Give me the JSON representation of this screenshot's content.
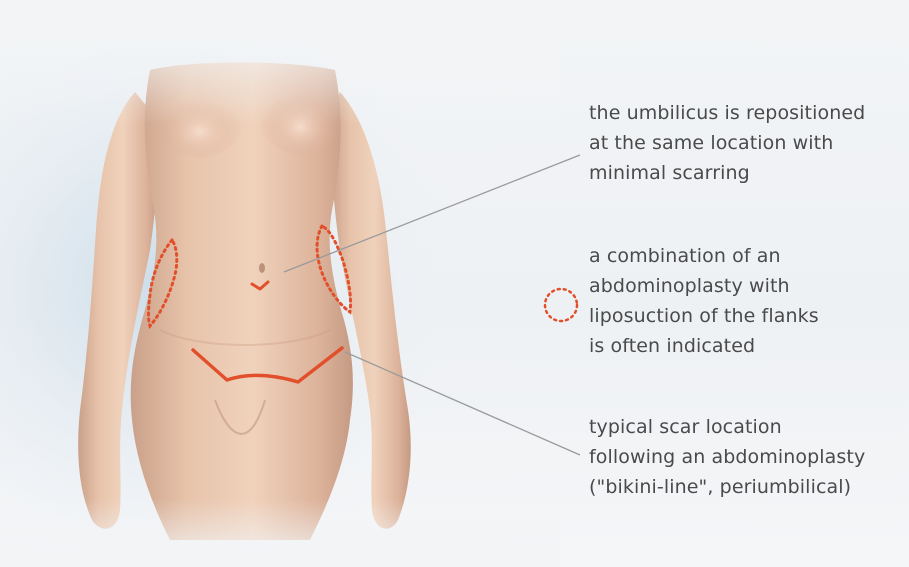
{
  "annotations": {
    "umbilicus": {
      "lines": [
        "the umbilicus is repositioned",
        "at the same location with",
        "minimal scarring"
      ]
    },
    "combination": {
      "lines": [
        "a combination of an",
        "abdominoplasty with",
        "liposuction of the flanks",
        "is often indicated"
      ]
    },
    "scar": {
      "lines": [
        "typical scar location",
        "following an abdominoplasty",
        "(\"bikini-line\", periumbilical)"
      ]
    }
  },
  "colors": {
    "marking": "#e2502b",
    "leader_line": "#9a9a9a",
    "text": "#4a4a4a",
    "background": "#f2f4f6",
    "skin": "#e6bfa5"
  },
  "legend": {
    "marker_icon": "dotted-circle-icon"
  }
}
